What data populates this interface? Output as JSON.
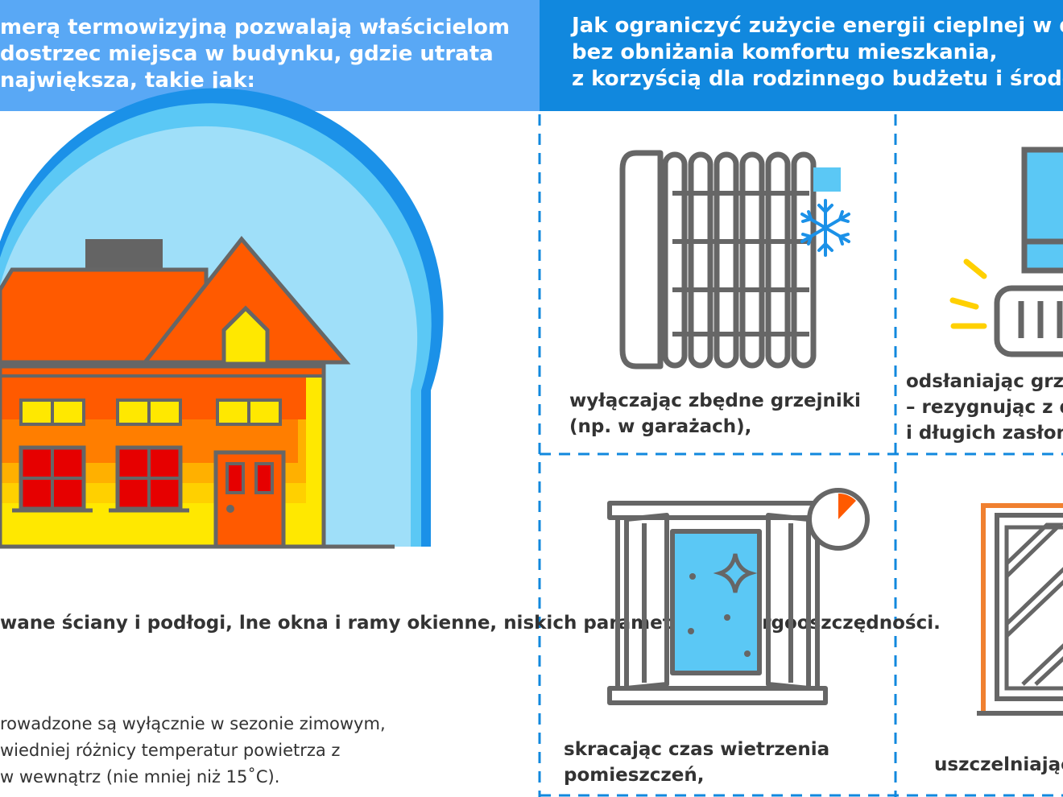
{
  "header": {
    "left_lines": [
      "merą termowizyjną pozwalają właścicielom",
      "dostrzec miejsca w budynku, gdzie utrata",
      "największa, takie jak:"
    ],
    "right_lines": [
      "Jak ograniczyć zużycie energii cieplnej w d",
      "bez obniżania komfortu mieszkania,",
      "z korzyścią dla rodzinnego budżetu i środo"
    ]
  },
  "criteria_lines": [
    "wane ściany i podłogi,",
    "lne okna i ramy okienne,",
    "niskich parametrach energooszczędności."
  ],
  "notes_lines": [
    "rowadzone są wyłącznie w sezonie zimowym,",
    "wiedniej różnicy temperatur powietrza z",
    "w wewnątrz (nie mniej niż 15˚C)."
  ],
  "tips": {
    "radiators_lines": [
      "wyłączając zbędne grzejniki",
      "(np. w garażach),"
    ],
    "curtains_lines": [
      "odsłaniając grz",
      "– rezygnując z d",
      "i długich zasłon"
    ],
    "airing_lines": [
      "skracając czas wietrzenia",
      "pomieszczeń,"
    ],
    "sealing_lines": [
      "uszczelniając"
    ]
  },
  "colors": {
    "header_left": "#59a8f5",
    "header_right": "#1188de",
    "dashed_divider": "#1188de",
    "house_roof": "#ff5a00",
    "house_wall_warm": "#ffd800",
    "icon_outline": "#666666",
    "cold_blue": "#5bc8f5",
    "alert_yellow": "#ffd000"
  },
  "icons": [
    "house-thermal-icon",
    "radiator-icon",
    "snowflake-icon",
    "uncovered-radiator-icon",
    "window-airing-icon",
    "timer-icon",
    "window-sealing-icon"
  ]
}
